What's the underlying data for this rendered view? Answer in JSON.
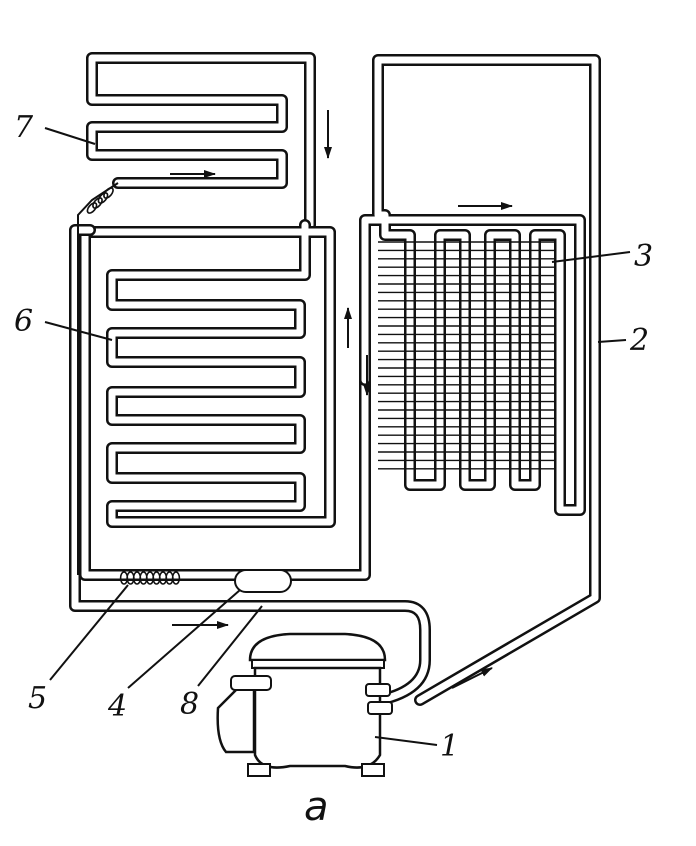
{
  "labels": {
    "l1": "1",
    "l2": "2",
    "l3": "3",
    "l4": "4",
    "l5": "5",
    "l6": "6",
    "l7": "7",
    "l8": "8"
  },
  "caption": "a",
  "colors": {
    "ink": "#111111",
    "background": "#ffffff"
  }
}
